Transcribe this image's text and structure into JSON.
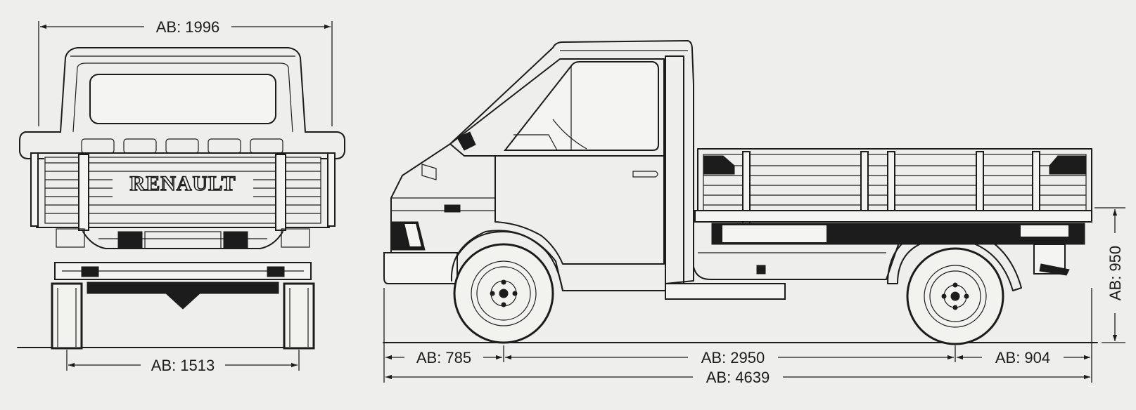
{
  "front_view": {
    "brand_badge": "RENAULT",
    "dim_overall_width": "AB: 1996",
    "dim_track": "AB: 1513"
  },
  "side_view": {
    "dim_front_overhang": "AB: 785",
    "dim_wheelbase": "AB: 2950",
    "dim_rear_overhang": "AB: 904",
    "dim_overall_length": "AB: 4639",
    "dim_platform_height": "AB: 950"
  }
}
